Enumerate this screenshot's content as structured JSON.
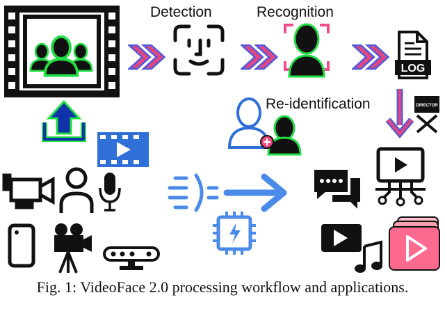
{
  "labels": {
    "detection": "Detection",
    "recognition": "Recognition",
    "reidentification": "Re-identification",
    "log_text": "LOG",
    "director_text": "DIRECTOR"
  },
  "caption": "Fig. 1: VideoFace 2.0 processing workflow and applications.",
  "colors": {
    "chevron_pink": "#e8457c",
    "chevron_blue": "#5b5bd6",
    "green_glow": "#22dd44",
    "upload_blue": "#1133aa",
    "media_blue": "#2f6fd8",
    "flow_blue": "#4a8ae8",
    "icon_black": "#111111",
    "pink_frame": "#ee4f8a",
    "pink_card": "#ff6a8e"
  },
  "icons": [
    "film-strip-group-icon",
    "double-chevron-icon",
    "face-scan-icon",
    "recognized-face-icon",
    "log-file-icon",
    "upload-arrow-icon",
    "video-file-icon",
    "down-arrow-icon",
    "director-clapper-icon",
    "add-person-icon",
    "camcorder-icon",
    "person-icon",
    "microphone-icon",
    "smartphone-icon",
    "film-camera-icon",
    "depth-sensor-icon",
    "data-stream-icon",
    "processor-chip-icon",
    "chat-bubbles-icon",
    "video-network-icon",
    "video-music-icon",
    "video-playlist-icon"
  ]
}
